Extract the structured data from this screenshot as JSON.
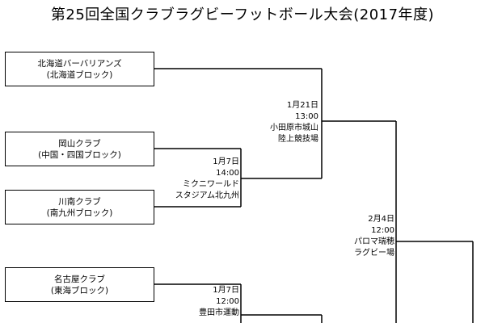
{
  "title": "第25回全国クラブラグビーフットボール大会(2017年度)",
  "teams": [
    {
      "name": "北海道バーバリアンズ",
      "block": "(北海道ブロック)"
    },
    {
      "name": "岡山クラブ",
      "block": "(中国・四国ブロック)"
    },
    {
      "name": "川南クラブ",
      "block": "(南九州ブロック)"
    },
    {
      "name": "名古屋クラブ",
      "block": "(東海ブロック)"
    }
  ],
  "matches": [
    {
      "date": "1月21日",
      "time": "13:00",
      "venue_line1": "小田原市城山",
      "venue_line2": "陸上競技場"
    },
    {
      "date": "1月7日",
      "time": "14:00",
      "venue_line1": "ミクニワールド",
      "venue_line2": "スタジアム北九州"
    },
    {
      "date": "2月4日",
      "time": "12:00",
      "venue_line1": "パロマ瑞穂",
      "venue_line2": "ラグビー場"
    },
    {
      "date": "1月7日",
      "time": "12:00",
      "venue_line1": "豊田市運動",
      "venue_line2": ""
    }
  ]
}
